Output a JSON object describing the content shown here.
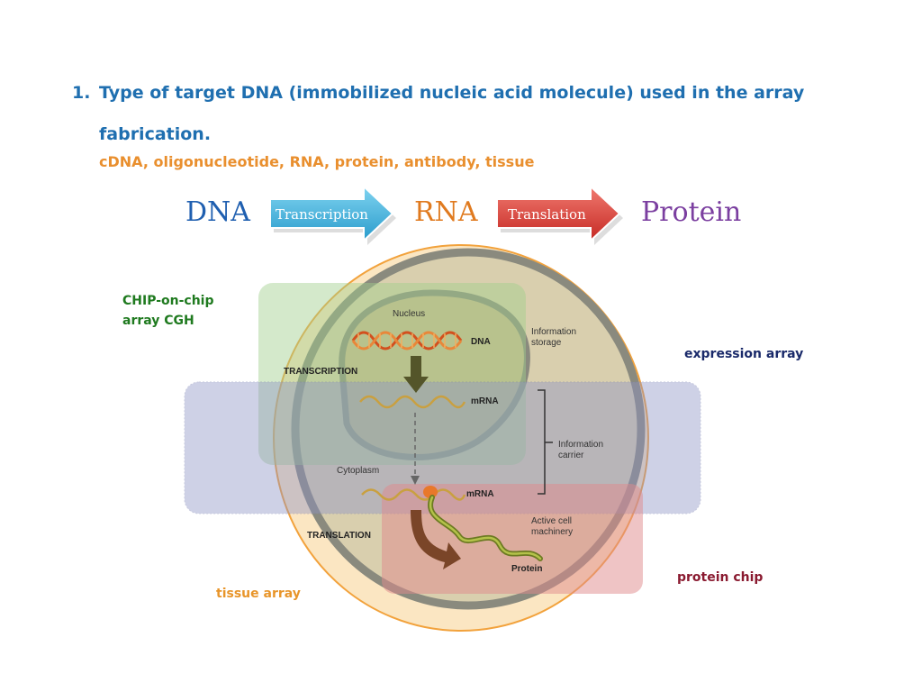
{
  "heading": {
    "number": "1.",
    "text": "Type of target DNA (immobilized nucleic acid molecule) used in the array fabrication."
  },
  "subline": "cDNA, oligonucleotide, RNA, protein, antibody, tissue",
  "flow": {
    "dna": "DNA",
    "transcription": "Transcription",
    "rna": "RNA",
    "translation": "Translation",
    "protein": "Protein",
    "colors": {
      "dna": "#1f5fb0",
      "rna": "#e07a1f",
      "protein": "#7b3fa0",
      "blue_arrow": "#3aaed8",
      "red_arrow": "#d93a33"
    }
  },
  "labels": {
    "chip_on_chip": "CHIP-on-chip\narray CGH",
    "expression_array": "expression array",
    "protein_chip": "protein chip",
    "tissue_array": "tissue array"
  },
  "cell": {
    "nucleus": "Nucleus",
    "dna": "DNA",
    "transcription": "TRANSCRIPTION",
    "mrna_top": "mRNA",
    "cytoplasm": "Cytoplasm",
    "mrna_bottom": "mRNA",
    "translation": "TRANSLATION",
    "protein": "Protein",
    "info_storage": "Information storage",
    "info_carrier": "Information carrier",
    "active_machinery": "Active cell machinery"
  }
}
